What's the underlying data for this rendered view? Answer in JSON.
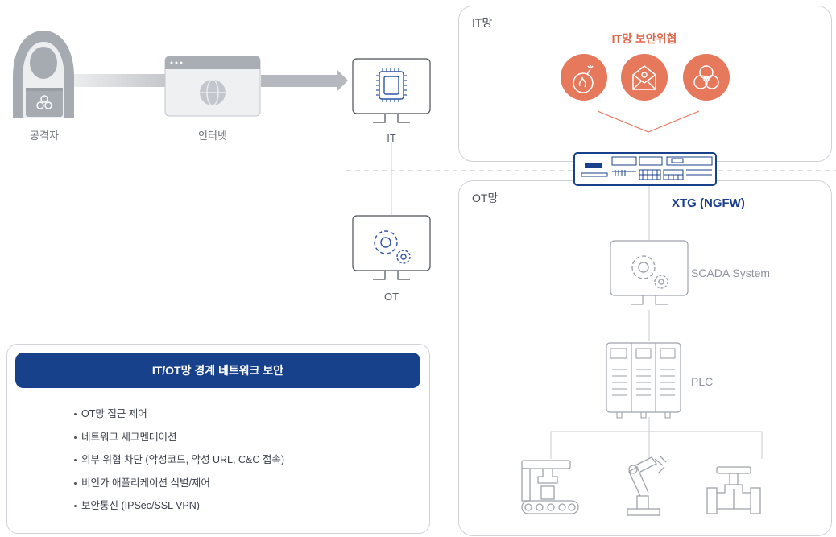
{
  "nodes": {
    "attacker": "공격자",
    "internet": "인터넷",
    "it": "IT",
    "ot": "OT"
  },
  "zones": {
    "it_zone": {
      "label": "IT망",
      "threat_title": "IT망 보안위협"
    },
    "ot_zone": {
      "label": "OT망",
      "firewall_label": "XTG (NGFW)",
      "scada_label": "SCADA System",
      "plc_label": "PLC"
    }
  },
  "security_box": {
    "title": "IT/OT망 경계 네트워크 보안",
    "items": [
      "OT망 접근 제어",
      "네트워크 세그멘테이션",
      "외부 위협 차단 (악성코드, 악성 URL, C&C 접속)",
      "비인가 애플리케이션 식별/제어",
      "보안통신 (IPSec/SSL VPN)"
    ]
  },
  "colors": {
    "threat": "#e6785c",
    "brand_blue": "#17418a",
    "line_gray": "#c7cbd1"
  },
  "icons": [
    "hacker-icon",
    "browser-globe-icon",
    "cpu-monitor-icon",
    "gear-monitor-icon",
    "bomb-icon",
    "mail-virus-icon",
    "biohazard-icon",
    "firewall-appliance-icon",
    "plc-icon",
    "robot-conveyor-icon",
    "robot-arm-icon",
    "valve-icon"
  ]
}
